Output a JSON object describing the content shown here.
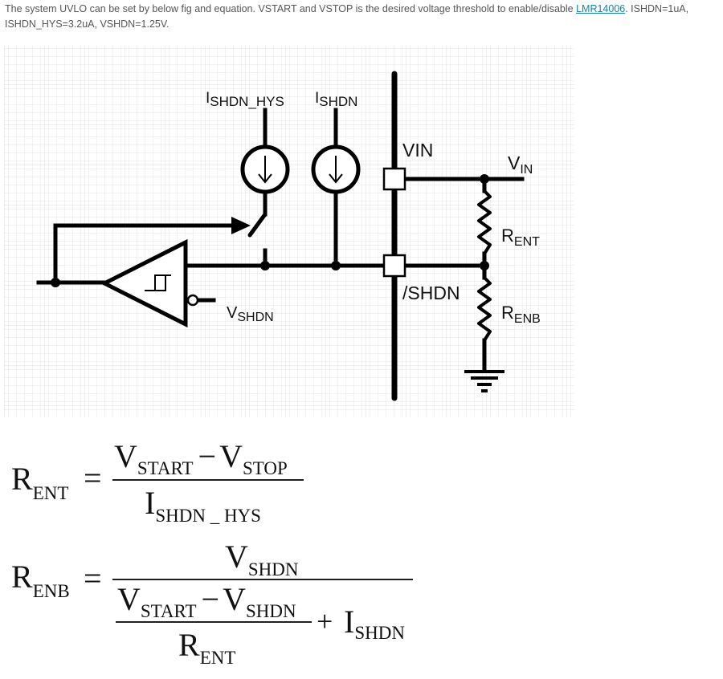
{
  "intro": {
    "text_before": "The system UVLO can be set by below fig and equation. VSTART and VSTOP is the desired voltage threshold to enable/disable ",
    "link_text": "LMR14006",
    "text_after": ". ISHDN=1uA, ISHDN_HYS=3.2uA, VSHDN=1.25V."
  },
  "circuit": {
    "ishdn_hys": {
      "main": "I",
      "sub": "SHDN_HYS"
    },
    "ishdn": {
      "main": "I",
      "sub": "SHDN"
    },
    "vin_pin": "VIN",
    "vin": {
      "main": "V",
      "sub": "IN"
    },
    "rent": {
      "main": "R",
      "sub": "ENT"
    },
    "renb": {
      "main": "R",
      "sub": "ENB"
    },
    "shdn_pin": "/SHDN",
    "vshdn": {
      "main": "V",
      "sub": "SHDN"
    }
  },
  "equations": {
    "eq1": {
      "lhs": {
        "main": "R",
        "sub": "ENT"
      },
      "equals": "=",
      "num_a": {
        "main": "V",
        "sub": "START"
      },
      "minus": "−",
      "num_b": {
        "main": "V",
        "sub": "STOP"
      },
      "den": {
        "main": "I",
        "sub": "SHDN _ HYS"
      }
    },
    "eq2": {
      "lhs": {
        "main": "R",
        "sub": "ENB"
      },
      "equals": "=",
      "num": {
        "main": "V",
        "sub": "SHDN"
      },
      "inner_a": {
        "main": "V",
        "sub": "START"
      },
      "minus": "−",
      "inner_b": {
        "main": "V",
        "sub": "SHDN"
      },
      "inner_den": {
        "main": "R",
        "sub": "ENT"
      },
      "plus": "+",
      "tail": {
        "main": "I",
        "sub": "SHDN"
      }
    }
  }
}
